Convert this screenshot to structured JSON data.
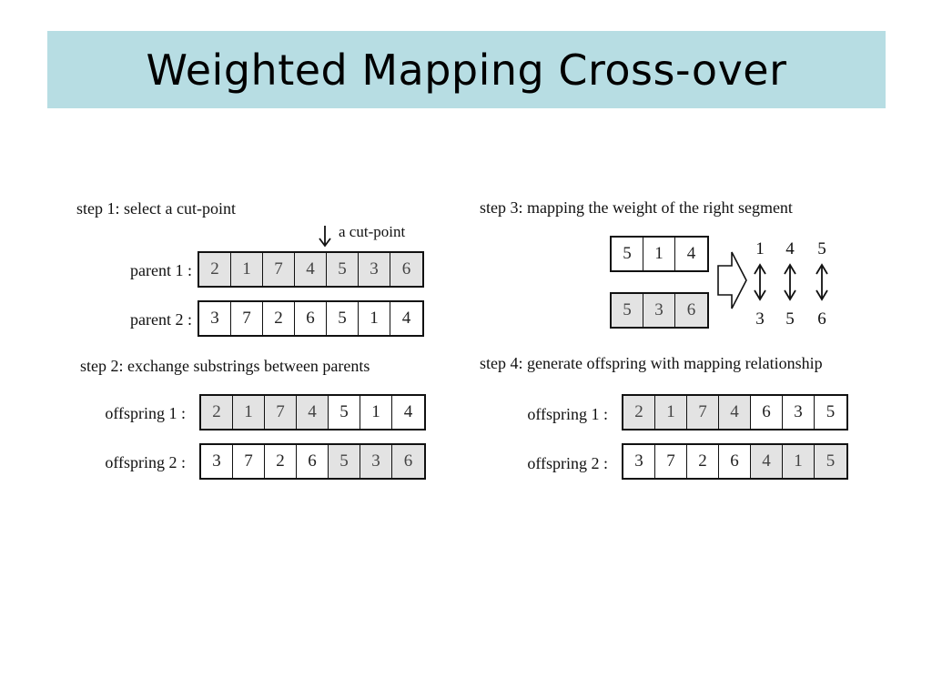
{
  "slide": {
    "title": "Weighted Mapping Cross-over"
  },
  "step1": {
    "label": "step 1: select a cut-point",
    "cut_point_label": "a cut-point",
    "parent1": {
      "label": "parent 1 :",
      "cells": [
        "2",
        "1",
        "7",
        "4",
        "5",
        "3",
        "6"
      ],
      "shaded": [
        1,
        1,
        1,
        1,
        1,
        1,
        1
      ]
    },
    "parent2": {
      "label": "parent 2 :",
      "cells": [
        "3",
        "7",
        "2",
        "6",
        "5",
        "1",
        "4"
      ],
      "shaded": [
        0,
        0,
        0,
        0,
        0,
        0,
        0
      ]
    }
  },
  "step2": {
    "label": "step 2:  exchange substrings between parents",
    "offspring1": {
      "label": "offspring 1 :",
      "cells": [
        "2",
        "1",
        "7",
        "4",
        "5",
        "1",
        "4"
      ],
      "shaded": [
        1,
        1,
        1,
        1,
        0,
        0,
        0
      ]
    },
    "offspring2": {
      "label": "offspring 2 :",
      "cells": [
        "3",
        "7",
        "2",
        "6",
        "5",
        "3",
        "6"
      ],
      "shaded": [
        0,
        0,
        0,
        0,
        1,
        1,
        1
      ]
    }
  },
  "step3": {
    "label": "step 3: mapping the weight of the right segment",
    "segment_a": {
      "cells": [
        "5",
        "1",
        "4"
      ],
      "shaded": [
        0,
        0,
        0
      ]
    },
    "segment_b": {
      "cells": [
        "5",
        "3",
        "6"
      ],
      "shaded": [
        1,
        1,
        1
      ]
    },
    "mapping_top": [
      "1",
      "4",
      "5"
    ],
    "mapping_bottom": [
      "3",
      "5",
      "6"
    ]
  },
  "step4": {
    "label": "step 4: generate offspring with mapping relationship",
    "offspring1": {
      "label": "offspring 1 :",
      "cells": [
        "2",
        "1",
        "7",
        "4",
        "6",
        "3",
        "5"
      ],
      "shaded": [
        1,
        1,
        1,
        1,
        0,
        0,
        0
      ]
    },
    "offspring2": {
      "label": "offspring 2 :",
      "cells": [
        "3",
        "7",
        "2",
        "6",
        "4",
        "1",
        "5"
      ],
      "shaded": [
        0,
        0,
        0,
        0,
        1,
        1,
        1
      ]
    }
  }
}
